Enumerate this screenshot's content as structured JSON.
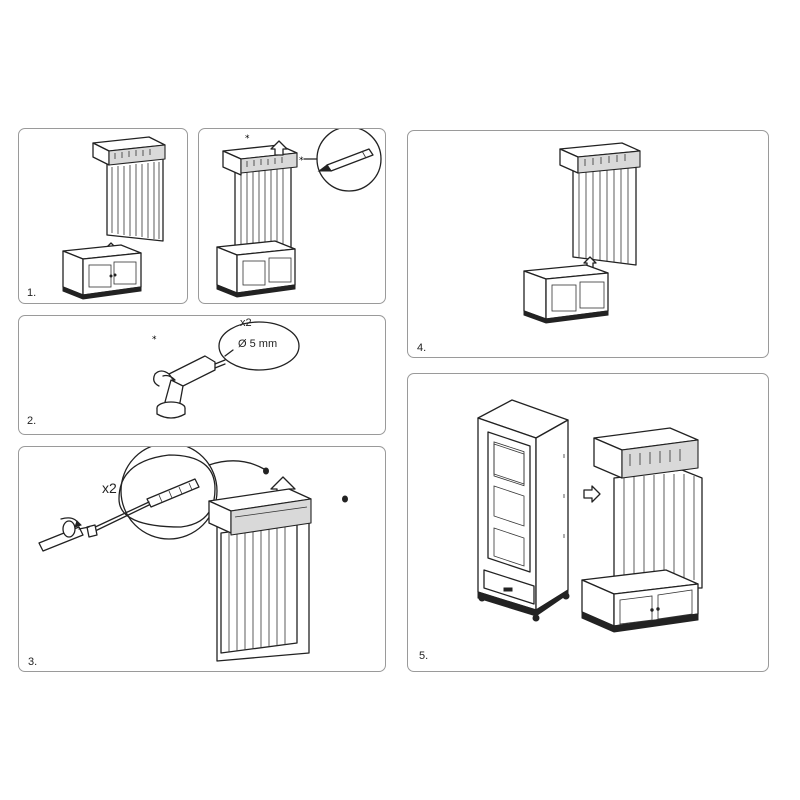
{
  "steps": [
    {
      "number": "1."
    },
    {
      "number": ""
    },
    {
      "number": "2.",
      "callout": {
        "quantity": "x2",
        "spec": "Ø 5 mm"
      }
    },
    {
      "number": "3.",
      "callout": {
        "quantity": "x2"
      }
    },
    {
      "number": "4."
    },
    {
      "number": "5."
    }
  ]
}
